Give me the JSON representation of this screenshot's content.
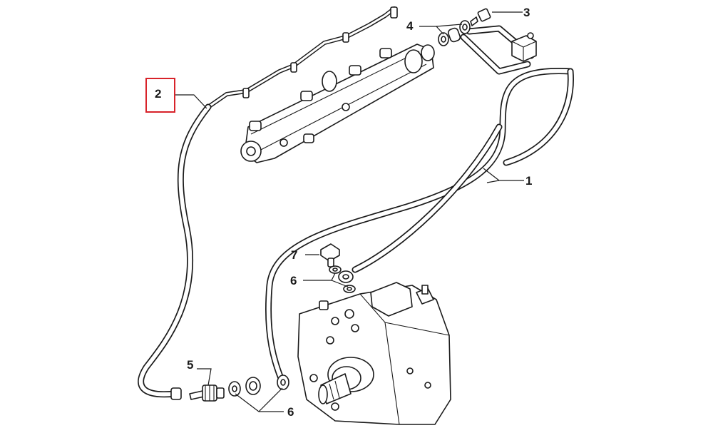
{
  "callouts": {
    "c1": "1",
    "c2": "2",
    "c3": "3",
    "c4": "4",
    "c5": "5",
    "c6a": "6",
    "c6b": "6",
    "c7": "7"
  },
  "highlight": {
    "part": "2",
    "color": "#d8232a"
  }
}
